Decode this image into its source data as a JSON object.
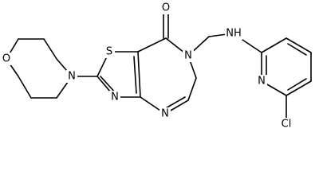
{
  "molecule": {
    "labels": {
      "morpholine_oxygen": "O",
      "morpholine_nitrogen": "N",
      "thiazole_sulfur": "S",
      "thiazole_nitrogen": "N",
      "pyrimidine_n_bottom": "N",
      "pyrimidine_n_substituted": "N",
      "carbonyl_oxygen": "O",
      "amine_nh": "NH",
      "pyridine_nitrogen": "N",
      "chlorine": "Cl"
    }
  }
}
